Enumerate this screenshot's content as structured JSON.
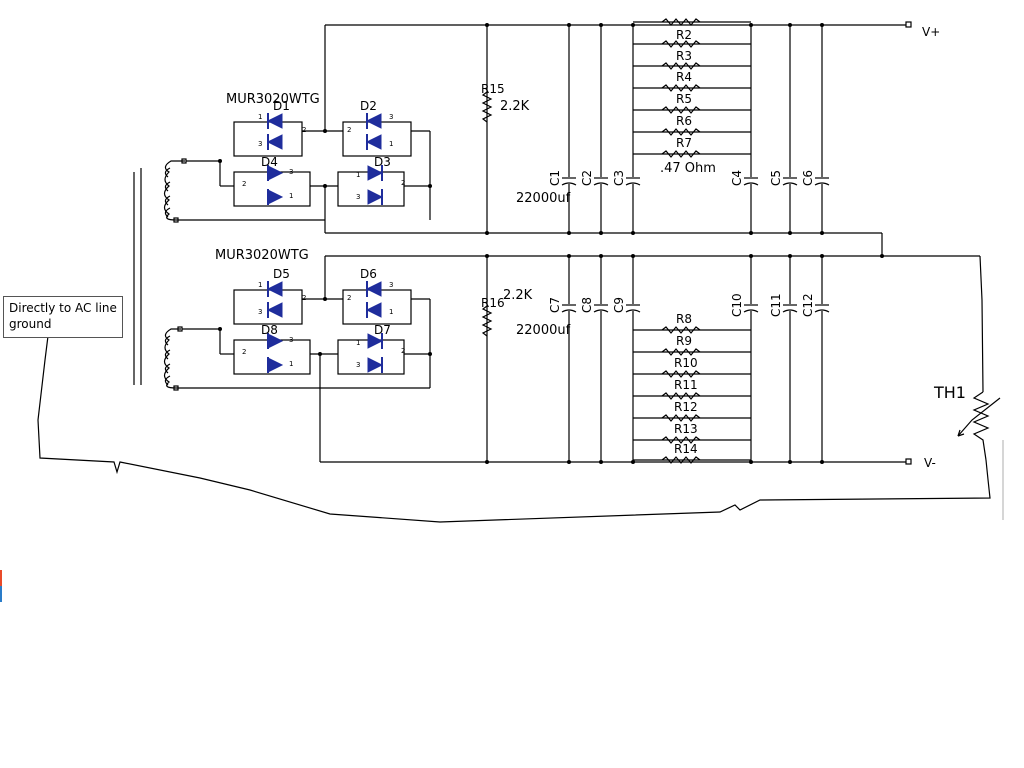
{
  "rectifiers": [
    {
      "part_label": "MUR3020WTG",
      "diodes": [
        "D1",
        "D2",
        "D4",
        "D3"
      ]
    },
    {
      "part_label": "MUR3020WTG",
      "diodes": [
        "D5",
        "D6",
        "D8",
        "D7"
      ]
    }
  ],
  "bleeder_resistors": [
    {
      "ref": "R15",
      "value": "2.2K"
    },
    {
      "ref": "R16",
      "value": "2.2K"
    }
  ],
  "capacitors_positive": [
    "C1",
    "C2",
    "C3",
    "C4",
    "C5",
    "C6"
  ],
  "capacitors_negative": [
    "C7",
    "C8",
    "C9",
    "C10",
    "C11",
    "C12"
  ],
  "capacitor_value": "22000uf",
  "resistors_positive": [
    "R2",
    "R3",
    "R4",
    "R5",
    "R6",
    "R7"
  ],
  "resistors_negative": [
    "R8",
    "R9",
    "R10",
    "R11",
    "R12",
    "R13",
    "R14"
  ],
  "resistor_value": ".47 Ohm",
  "outputs": {
    "positive": "V+",
    "negative": "V-"
  },
  "thermistor_label": "TH1",
  "ground_note": "Directly to AC line ground",
  "pin_labels": {
    "one": "1",
    "two": "2",
    "three": "3"
  },
  "colors": {
    "diode": "#1f2d9c",
    "wire": "#000000"
  }
}
